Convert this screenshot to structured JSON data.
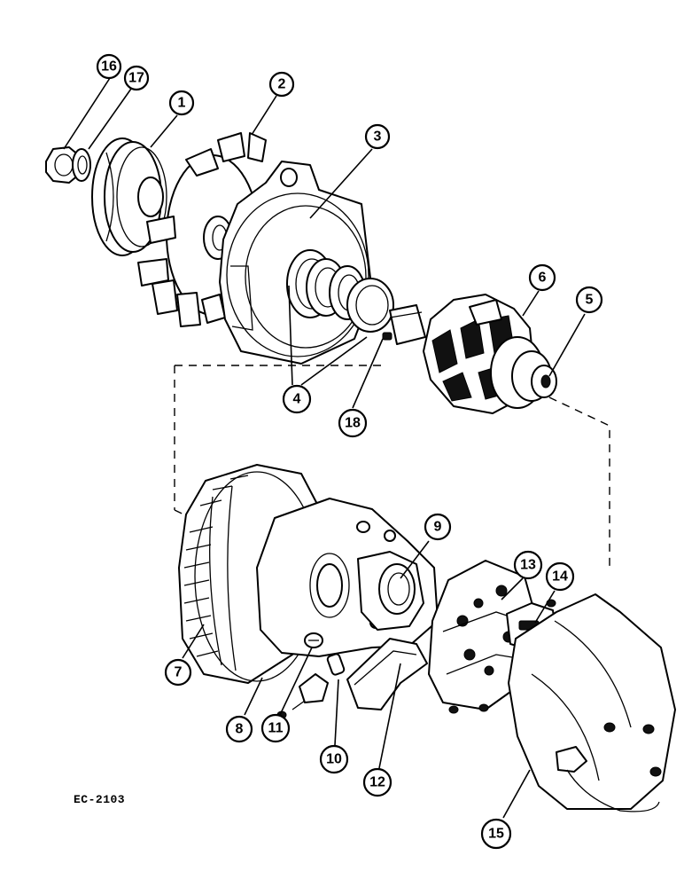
{
  "figure": {
    "code": "EC-2103"
  },
  "callouts": [
    {
      "id": "c1",
      "label": "1"
    },
    {
      "id": "c2",
      "label": "2"
    },
    {
      "id": "c3",
      "label": "3"
    },
    {
      "id": "c4",
      "label": "4"
    },
    {
      "id": "c5",
      "label": "5"
    },
    {
      "id": "c6",
      "label": "6"
    },
    {
      "id": "c7",
      "label": "7"
    },
    {
      "id": "c8",
      "label": "8"
    },
    {
      "id": "c9",
      "label": "9"
    },
    {
      "id": "c10",
      "label": "10"
    },
    {
      "id": "c11",
      "label": "11"
    },
    {
      "id": "c12",
      "label": "12"
    },
    {
      "id": "c13",
      "label": "13"
    },
    {
      "id": "c14",
      "label": "14"
    },
    {
      "id": "c15",
      "label": "15"
    },
    {
      "id": "c16",
      "label": "16"
    },
    {
      "id": "c17",
      "label": "17"
    },
    {
      "id": "c18",
      "label": "18"
    }
  ]
}
